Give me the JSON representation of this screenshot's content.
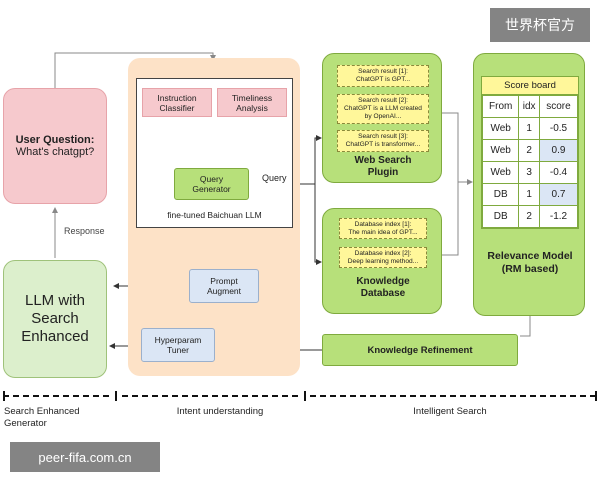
{
  "watermark_top": "世界杯官方",
  "watermark_bottom": "peer-fifa.com.cn",
  "user_question": {
    "title": "User Question:",
    "text": "What's chatgpt?"
  },
  "response_label": "Response",
  "llm_enhanced": {
    "line1": "LLM with",
    "line2": "Search",
    "line3": "Enhanced"
  },
  "intent": {
    "instruction_classifier": {
      "line1": "Instruction",
      "line2": "Classifier"
    },
    "timeliness_analysis": {
      "line1": "Timeliness",
      "line2": "Analysis"
    },
    "query_generator": {
      "line1": "Query",
      "line2": "Generator"
    },
    "model_label": "fine-tuned Baichuan LLM",
    "prompt_augment": {
      "line1": "Prompt",
      "line2": "Augment"
    },
    "hyperparam_tuner": {
      "line1": "Hyperparam",
      "line2": "Tuner"
    }
  },
  "query_label": "Query",
  "web_search": {
    "results": [
      {
        "line1": "Search result [1]:",
        "line2": "ChatGPT is GPT..."
      },
      {
        "line1": "Search result [2]:",
        "line2": "ChatGPT is a LLM created",
        "line3": "by OpenAI..."
      },
      {
        "line1": "Search result [3]:",
        "line2": "ChatGPT is transformer..."
      }
    ],
    "title_line1": "Web Search",
    "title_line2": "Plugin"
  },
  "knowledge_db": {
    "results": [
      {
        "line1": "Database index [1]:",
        "line2": "The main idea of GPT..."
      },
      {
        "line1": "Database index [2]:",
        "line2": "Deep learning method..."
      }
    ],
    "title_line1": "Knowledge",
    "title_line2": "Database"
  },
  "scoreboard": {
    "title": "Score board",
    "headers": [
      "From",
      "idx",
      "score"
    ],
    "rows": [
      [
        "Web",
        "1",
        "-0.5"
      ],
      [
        "Web",
        "2",
        "0.9"
      ],
      [
        "Web",
        "3",
        "-0.4"
      ],
      [
        "DB",
        "1",
        "0.7"
      ],
      [
        "DB",
        "2",
        "-1.2"
      ]
    ],
    "highlight_color": "#dbe6f5"
  },
  "relevance_model": {
    "line1": "Relevance Model",
    "line2": "(RM based)"
  },
  "knowledge_refinement": "Knowledge Refinement",
  "segments": {
    "search_enhanced": {
      "line1": "Search Enhanced",
      "line2": "Generator"
    },
    "intent": "Intent understanding",
    "intelligent_search": "Intelligent Search"
  }
}
